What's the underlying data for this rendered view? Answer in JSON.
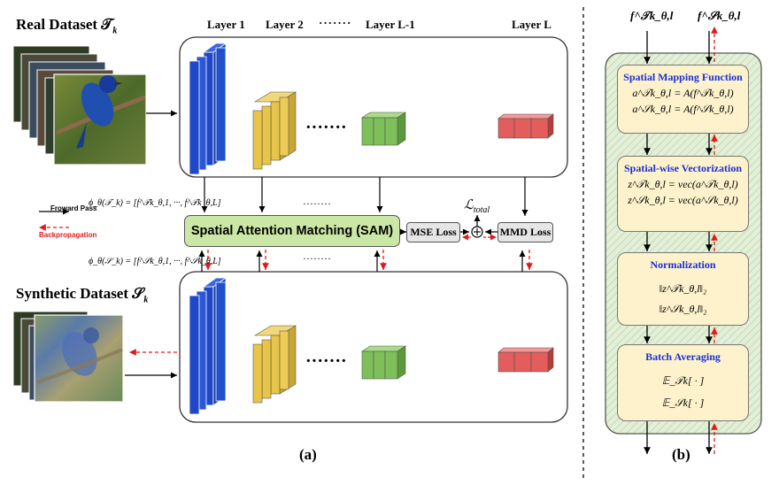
{
  "panel_a": {
    "real_title": "Real Dataset 𝒯",
    "real_sub": "k",
    "synthetic_title": "Synthetic Dataset 𝒮",
    "synthetic_sub": "k",
    "layers": [
      "Layer 1",
      "Layer 2",
      "·······",
      "Layer L-1",
      "Layer L"
    ],
    "sam_label": "Spatial Attention Matching (SAM)",
    "mse_label": "MSE Loss",
    "mmd_label": "MMD Loss",
    "total_loss": "ℒ",
    "total_loss_sub": "total",
    "legend_forward": "Froward Pass",
    "legend_backward": "Backpropagation",
    "phi_real": "ϕ_θ(𝒯_k) = [f^𝒯k_θ,1, ···, f^𝒯k_θ,L]",
    "phi_syn": "ϕ_θ(𝒮_k) = [f^𝒮k_θ,1, ···, f^𝒮k_θ,L]",
    "dots": "········",
    "caption": "(a)"
  },
  "panel_b": {
    "input_real": "f^𝒯k_θ,l",
    "input_syn": "f^𝒮k_θ,l",
    "steps": [
      {
        "title": "Spatial Mapping Function",
        "eq1": "a^𝒯k_θ,l = A(f^𝒯k_θ,l)",
        "eq2": "a^𝒮k_θ,l = A(f^𝒮k_θ,l)"
      },
      {
        "title": "Spatial-wise Vectorization",
        "eq1": "z^𝒯k_θ,l = vec(a^𝒯k_θ,l)",
        "eq2": "z^𝒮k_θ,l = vec(a^𝒮k_θ,l)"
      },
      {
        "title": "Normalization",
        "eq1": "‖z^𝒯k_θ,l‖₂",
        "eq2": "‖z^𝒮k_θ,l‖₂"
      },
      {
        "title": "Batch Averaging",
        "eq1": "𝔼_𝒯k[ · ]",
        "eq2": "𝔼_𝒮k[ · ]"
      }
    ],
    "caption": "(b)"
  },
  "colors": {
    "blue": "#1f48c9",
    "yellow": "#e8c548",
    "green": "#7dc05a",
    "red": "#e35d5d",
    "sam": "#cbe7a5",
    "step": "#fdf2cc",
    "title_blue": "#1c2fd6",
    "backprop": "#e0191b"
  }
}
